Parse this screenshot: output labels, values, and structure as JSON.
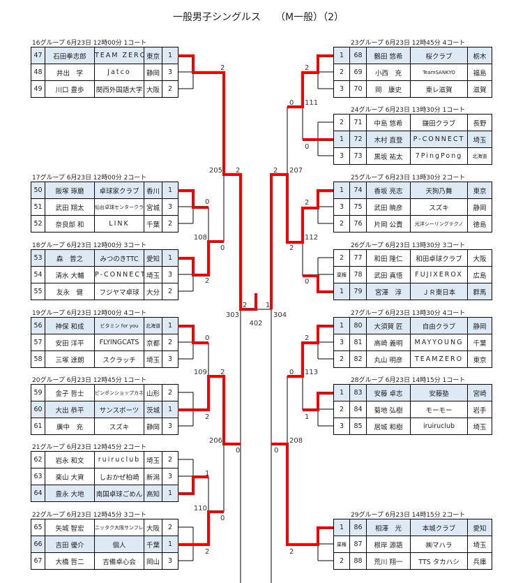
{
  "title": "一般男子シングルス　　（M一般）（2）",
  "colors": {
    "winner_line": "#ee0000",
    "winner_row": "#dde9f5"
  },
  "left_groups": [
    {
      "header": "16グループ  6月23日  12時00分  1コート",
      "rows": [
        {
          "num": "47",
          "name": "石田拳志郎",
          "team": "TEAM ZERO",
          "pref": "東京",
          "rank": "1",
          "win": true
        },
        {
          "num": "48",
          "name": "井出　学",
          "team": "Jatco",
          "pref": "静岡",
          "rank": "3"
        },
        {
          "num": "49",
          "name": "川口 豊歩",
          "team": "関西外国語大学",
          "pref": "大阪",
          "rank": "2"
        }
      ]
    },
    {
      "header": "17グループ  6月23日  12時00分  2コート",
      "rows": [
        {
          "num": "50",
          "name": "飯塚 琢磨",
          "team": "卓球家クラブ",
          "pref": "香川",
          "rank": "1",
          "win": true
        },
        {
          "num": "51",
          "name": "武田 翔太",
          "team": "仙台卓球センタークラブ",
          "pref": "宮城",
          "rank": "3"
        },
        {
          "num": "52",
          "name": "奈良部 和",
          "team": "LINK",
          "pref": "千葉",
          "rank": "2"
        }
      ]
    },
    {
      "header": "18グループ  6月23日  12時00分  3コート",
      "rows": [
        {
          "num": "53",
          "name": "森　普之",
          "team": "みつのきTTC",
          "pref": "愛知",
          "rank": "1",
          "win": true
        },
        {
          "num": "54",
          "name": "清水 大輔",
          "team": "P-CONNECT",
          "pref": "埼玉",
          "rank": "3"
        },
        {
          "num": "55",
          "name": "友永　健",
          "team": "フジヤマ卓球",
          "pref": "大分",
          "rank": "2"
        }
      ]
    },
    {
      "header": "19グループ  6月23日  12時00分  4コート",
      "rows": [
        {
          "num": "56",
          "name": "神保 和成",
          "team": "ビタミン for you",
          "pref": "北海道",
          "rank": "1",
          "win": true
        },
        {
          "num": "57",
          "name": "安田 洋平",
          "team": "FLYINGCATS",
          "pref": "京都",
          "rank": "2"
        },
        {
          "num": "58",
          "name": "三塚 達朗",
          "team": "スクラッチ",
          "pref": "埼玉",
          "rank": "3"
        }
      ]
    },
    {
      "header": "20グループ  6月23日  12時45分  1コート",
      "rows": [
        {
          "num": "59",
          "name": "金子 哲士",
          "team": "ピンポンショップカネコ",
          "pref": "山形",
          "rank": "2"
        },
        {
          "num": "60",
          "name": "大出 恭平",
          "team": "サンスポーツ",
          "pref": "茨城",
          "rank": "1",
          "win": true
        },
        {
          "num": "61",
          "name": "廣中　充",
          "team": "スズキ",
          "pref": "静岡",
          "rank": "3"
        }
      ]
    },
    {
      "header": "21グループ  6月23日  12時45分  2コート",
      "rows": [
        {
          "num": "62",
          "name": "岩永 和文",
          "team": "ruiruclub",
          "pref": "埼玉",
          "rank": "2"
        },
        {
          "num": "63",
          "name": "楽山 大資",
          "team": "しおかぜ柏崎",
          "pref": "新潟",
          "rank": "3"
        },
        {
          "num": "64",
          "name": "豊永 大地",
          "team": "南国卓球ごめん",
          "pref": "高知",
          "rank": "1",
          "win": true
        }
      ]
    },
    {
      "header": "22グループ  6月23日  12時45分  3コート",
      "rows": [
        {
          "num": "65",
          "name": "矢城 智宏",
          "team": "ニッタク大阪サンフレンド",
          "pref": "大阪",
          "rank": "2"
        },
        {
          "num": "66",
          "name": "吉田 優介",
          "team": "個人",
          "pref": "千葉",
          "rank": "1",
          "win": true
        },
        {
          "num": "67",
          "name": "大橋 哲二",
          "team": "吉備卓心会",
          "pref": "岡山",
          "rank": "3"
        }
      ]
    }
  ],
  "right_groups": [
    {
      "header": "23グループ  6月23日  12時45分  4コート",
      "rows": [
        {
          "rank": "1",
          "num": "68",
          "name": "鶴田 悠希",
          "team": "桜クラブ",
          "pref": "栃木",
          "win": true
        },
        {
          "rank": "2",
          "num": "69",
          "name": "小西　充",
          "team": "TeamSANKYO",
          "pref": "福島"
        },
        {
          "rank": "3",
          "num": "70",
          "name": "岡　康史",
          "team": "東レ滋賀",
          "pref": "滋賀"
        }
      ]
    },
    {
      "header": "24グループ  6月23日  13時30分  1コート",
      "rows": [
        {
          "rank": "2",
          "num": "71",
          "name": "中島 悠希",
          "team": "鎌田クラブ",
          "pref": "長野"
        },
        {
          "rank": "1",
          "num": "72",
          "name": "木村 直登",
          "team": "P-CONNECT",
          "pref": "埼玉",
          "win": true
        },
        {
          "rank": "3",
          "num": "73",
          "name": "黒坂 祐太",
          "team": "7PingPong",
          "pref": "北海道"
        }
      ]
    },
    {
      "header": "25グループ  6月23日  13時30分  2コート",
      "rows": [
        {
          "rank": "1",
          "num": "74",
          "name": "香坂 亮志",
          "team": "天狗乃舞",
          "pref": "東京",
          "win": true
        },
        {
          "rank": "3",
          "num": "75",
          "name": "武田 暁彦",
          "team": "スズキ",
          "pref": "静岡"
        },
        {
          "rank": "2",
          "num": "76",
          "name": "片岡 公貴",
          "team": "光洋シーリングテクノ",
          "pref": "徳島"
        }
      ]
    },
    {
      "header": "26グループ  6月23日  13時30分  3コート",
      "rows": [
        {
          "rank": "2",
          "num": "77",
          "name": "和田 隆仁",
          "team": "和田卓球クラブ",
          "pref": "大阪"
        },
        {
          "rank": "棄権",
          "num": "78",
          "name": "武田 真悟",
          "team": "FUJIXEROX",
          "pref": "広島"
        },
        {
          "rank": "1",
          "num": "79",
          "name": "宮澤　淳",
          "team": "ＪＲ東日本",
          "pref": "群馬",
          "win": true
        }
      ]
    },
    {
      "header": "27グループ  6月23日  13時30分  4コート",
      "rows": [
        {
          "rank": "1",
          "num": "80",
          "name": "大須賀 匠",
          "team": "自由クラブ",
          "pref": "静岡",
          "win": true
        },
        {
          "rank": "3",
          "num": "81",
          "name": "高崎 義明",
          "team": "MAYYOUNG",
          "pref": "千葉"
        },
        {
          "rank": "2",
          "num": "82",
          "name": "丸山 明彦",
          "team": "TEAMZERO",
          "pref": "東京"
        }
      ]
    },
    {
      "header": "28グループ  6月23日  14時15分  1コート",
      "rows": [
        {
          "rank": "1",
          "num": "83",
          "name": "安藤 卓志",
          "team": "安藤塾",
          "pref": "宮崎",
          "win": true
        },
        {
          "rank": "2",
          "num": "84",
          "name": "菊地 弘樹",
          "team": "モーモー",
          "pref": "岩手"
        },
        {
          "rank": "3",
          "num": "85",
          "name": "居城 和樹",
          "team": "iruiruclub",
          "pref": "埼玉"
        }
      ]
    },
    {
      "header": "29グループ  6月23日  14時15分  2コート",
      "rows": [
        {
          "rank": "1",
          "num": "86",
          "name": "相澤　光",
          "team": "本城クラブ",
          "pref": "愛知",
          "win": true
        },
        {
          "rank": "棄権",
          "num": "87",
          "name": "根岸 源語",
          "team": "㈱マハラ",
          "pref": "埼玉"
        },
        {
          "rank": "2",
          "num": "88",
          "name": "荒川 翔一",
          "team": "TTS タカハシ",
          "pref": "兵庫"
        }
      ]
    }
  ],
  "bracket": {
    "g16_score": "2",
    "m108": {
      "no": "108",
      "top": "0",
      "bottom": "2",
      "out": "0"
    },
    "m205": {
      "no": "205",
      "score": "2"
    },
    "m109": {
      "no": "109",
      "top": "0",
      "bottom": "2",
      "out": "2"
    },
    "m206": {
      "no": "206",
      "out": "0"
    },
    "m110": {
      "no": "110",
      "top": "1",
      "bottom": "2",
      "out": "0"
    },
    "m303": {
      "no": "303",
      "score": "2"
    },
    "m402": {
      "no": "402"
    },
    "m304": {
      "no": "304",
      "score": "1"
    },
    "m111": {
      "no": "111",
      "top": "2",
      "bottom": "0",
      "out": "0"
    },
    "m207": {
      "no": "207",
      "score": "2"
    },
    "m112": {
      "no": "112",
      "top": "2",
      "bottom": "0",
      "out": "2"
    },
    "m113": {
      "no": "113",
      "top": "2",
      "bottom": "1",
      "out": "0"
    },
    "m208": {
      "no": "208",
      "out": "0"
    },
    "g29_score": "2"
  }
}
